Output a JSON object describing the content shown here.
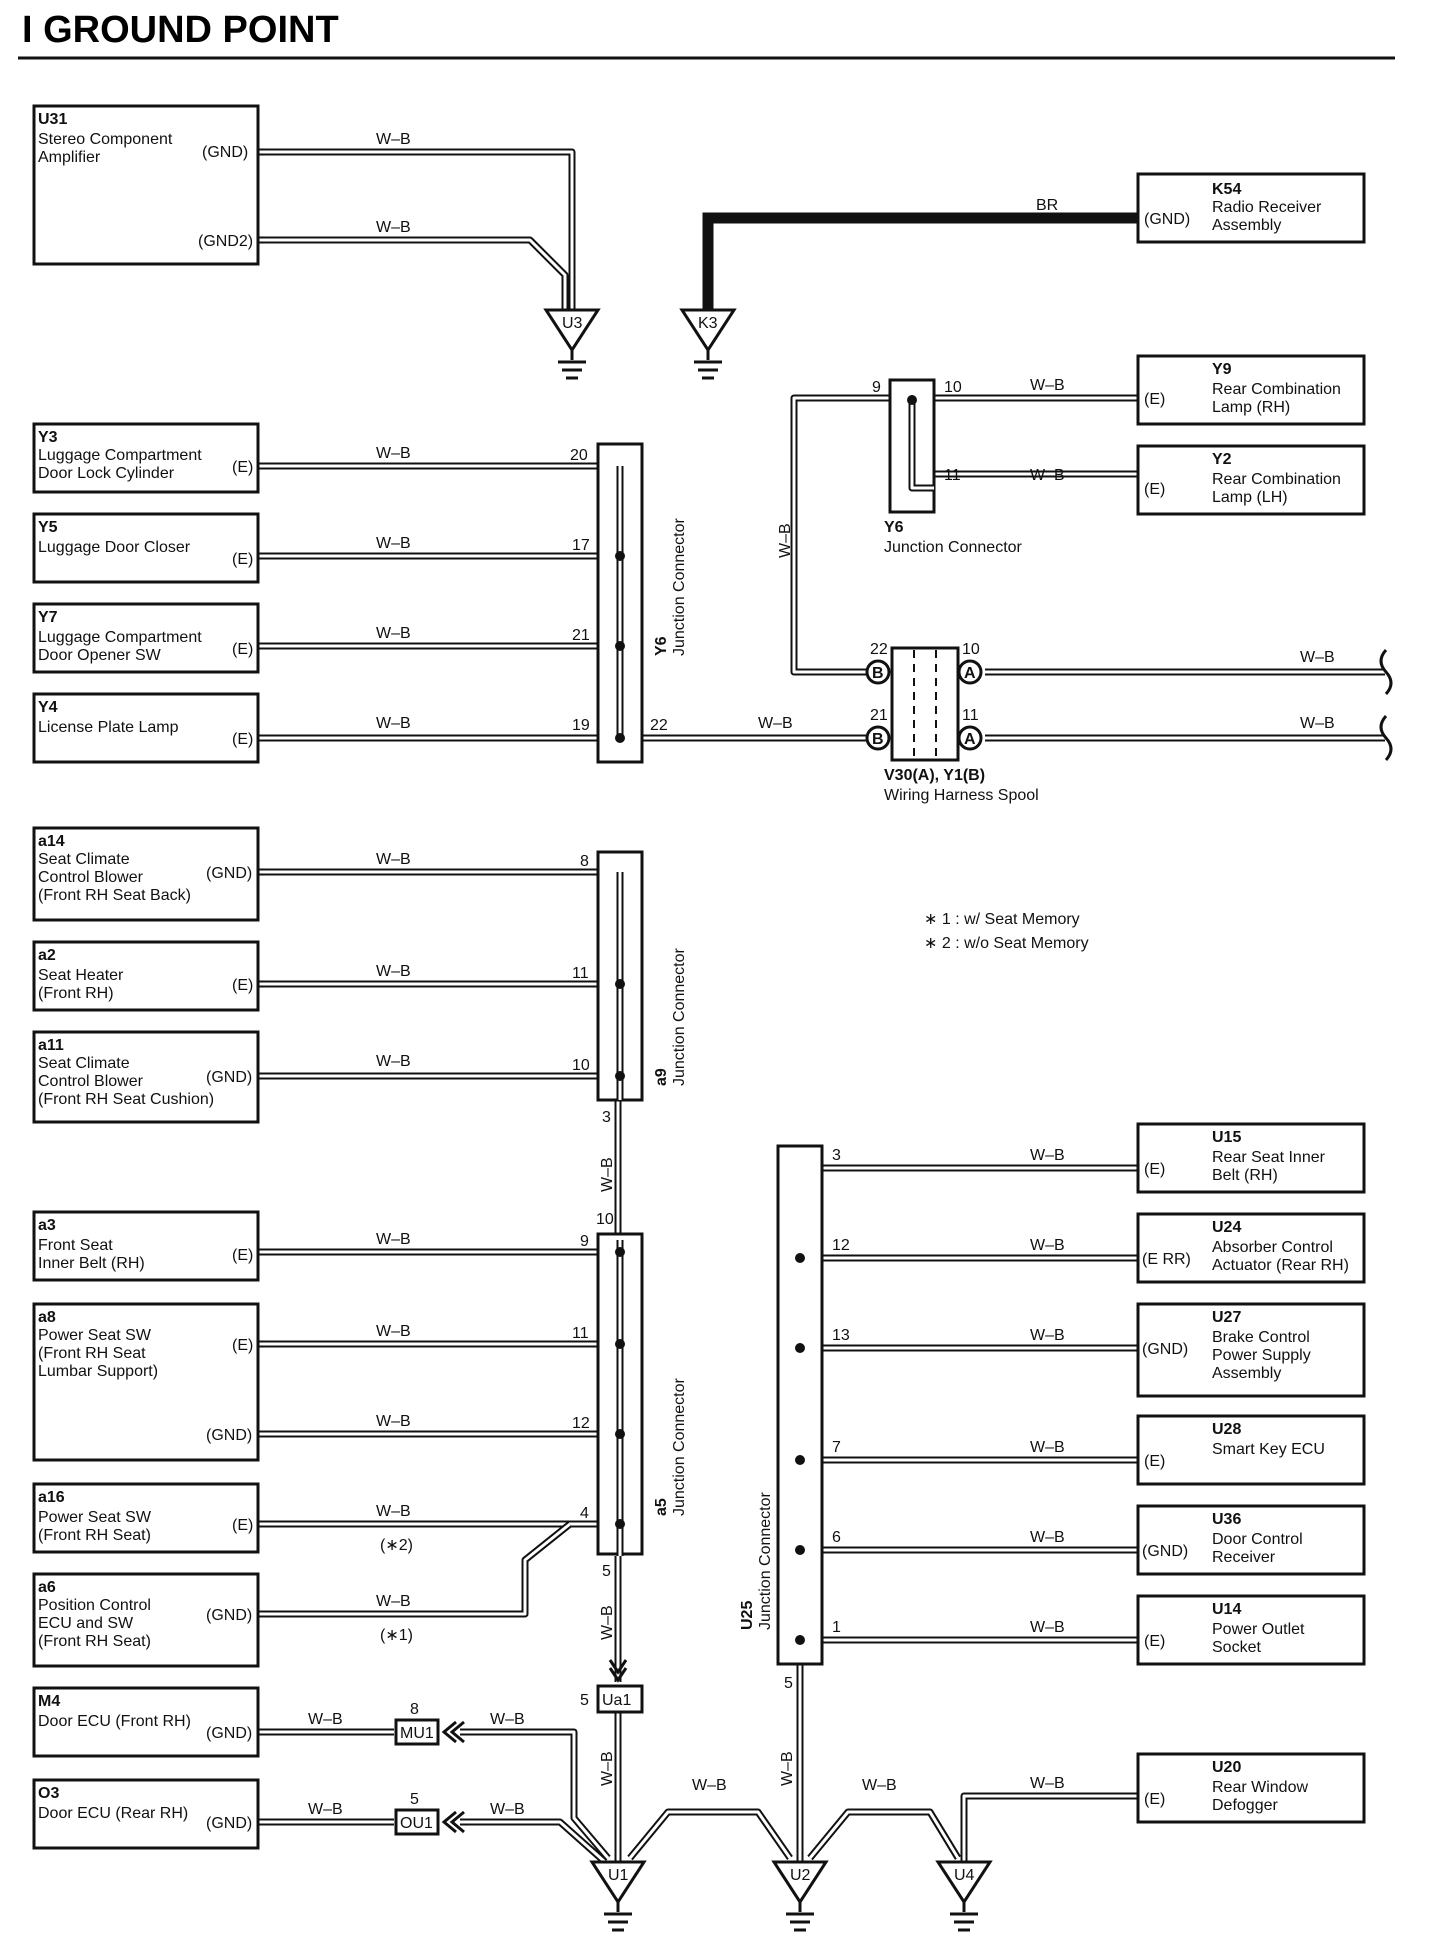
{
  "title": "I  GROUND POINT",
  "wire_label": "W–B",
  "br_label": "BR",
  "notes": [
    "∗ 1 : w/ Seat Memory",
    "∗ 2 : w/o Seat Memory"
  ],
  "note_refs": {
    "n1": "(∗1)",
    "n2": "(∗2)"
  },
  "components": {
    "U31": {
      "code": "U31",
      "lines": [
        "Stereo Component",
        "Amplifier"
      ],
      "pins": [
        "(GND)",
        "(GND2)"
      ]
    },
    "K54": {
      "code": "K54",
      "lines": [
        "Radio Receiver",
        "Assembly"
      ],
      "pins": [
        "(GND)"
      ]
    },
    "Y9": {
      "code": "Y9",
      "lines": [
        "Rear Combination",
        "Lamp (RH)"
      ],
      "pins": [
        "(E)"
      ]
    },
    "Y2": {
      "code": "Y2",
      "lines": [
        "Rear Combination",
        "Lamp (LH)"
      ],
      "pins": [
        "(E)"
      ]
    },
    "Y3": {
      "code": "Y3",
      "lines": [
        "Luggage Compartment",
        "Door Lock Cylinder"
      ],
      "pins": [
        "(E)"
      ]
    },
    "Y5": {
      "code": "Y5",
      "lines": [
        "Luggage Door Closer"
      ],
      "pins": [
        "(E)"
      ]
    },
    "Y7": {
      "code": "Y7",
      "lines": [
        "Luggage Compartment",
        "Door Opener SW"
      ],
      "pins": [
        "(E)"
      ]
    },
    "Y4": {
      "code": "Y4",
      "lines": [
        "License Plate Lamp"
      ],
      "pins": [
        "(E)"
      ]
    },
    "a14": {
      "code": "a14",
      "lines": [
        "Seat Climate",
        "Control Blower",
        "(Front RH Seat Back)"
      ],
      "pins": [
        "(GND)"
      ]
    },
    "a2": {
      "code": "a2",
      "lines": [
        "Seat Heater",
        "(Front RH)"
      ],
      "pins": [
        "(E)"
      ]
    },
    "a11": {
      "code": "a11",
      "lines": [
        "Seat Climate",
        "Control Blower",
        "(Front RH Seat Cushion)"
      ],
      "pins": [
        "(GND)"
      ]
    },
    "a3": {
      "code": "a3",
      "lines": [
        "Front Seat",
        "Inner Belt (RH)"
      ],
      "pins": [
        "(E)"
      ]
    },
    "a8": {
      "code": "a8",
      "lines": [
        "Power Seat SW",
        "(Front RH Seat",
        " Lumbar Support)"
      ],
      "pins": [
        "(E)",
        "(GND)"
      ]
    },
    "a16": {
      "code": "a16",
      "lines": [
        "Power Seat SW",
        "(Front RH Seat)"
      ],
      "pins": [
        "(E)"
      ]
    },
    "a6": {
      "code": "a6",
      "lines": [
        "Position Control",
        "ECU and SW",
        "(Front RH Seat)"
      ],
      "pins": [
        "(GND)"
      ]
    },
    "M4": {
      "code": "M4",
      "lines": [
        "Door ECU (Front RH)"
      ],
      "pins": [
        "(GND)"
      ]
    },
    "O3": {
      "code": "O3",
      "lines": [
        "Door ECU (Rear RH)"
      ],
      "pins": [
        "(GND)"
      ]
    },
    "U15": {
      "code": "U15",
      "lines": [
        "Rear Seat Inner",
        "Belt (RH)"
      ],
      "pins": [
        "(E)"
      ]
    },
    "U24": {
      "code": "U24",
      "lines": [
        "Absorber Control",
        "Actuator (Rear RH)"
      ],
      "pins": [
        "(E RR)"
      ]
    },
    "U27": {
      "code": "U27",
      "lines": [
        "Brake Control",
        "Power Supply",
        "Assembly"
      ],
      "pins": [
        "(GND)"
      ]
    },
    "U28": {
      "code": "U28",
      "lines": [
        "Smart Key ECU"
      ],
      "pins": [
        "(E)"
      ]
    },
    "U36": {
      "code": "U36",
      "lines": [
        "Door Control",
        "Receiver"
      ],
      "pins": [
        "(GND)"
      ]
    },
    "U14": {
      "code": "U14",
      "lines": [
        "Power Outlet",
        "Socket"
      ],
      "pins": [
        "(E)"
      ]
    },
    "U20": {
      "code": "U20",
      "lines": [
        "Rear Window",
        "Defogger"
      ],
      "pins": [
        "(E)"
      ]
    }
  },
  "connectors": {
    "Y6_right": {
      "code": "Y6",
      "name": "Junction Connector"
    },
    "Y6_left": {
      "code": "Y6",
      "name": "Junction Connector"
    },
    "spool": {
      "code": "V30(A), Y1(B)",
      "name": "Wiring Harness Spool"
    },
    "a9": {
      "code": "a9",
      "name": "Junction Connector"
    },
    "a5": {
      "code": "a5",
      "name": "Junction Connector"
    },
    "U25": {
      "code": "U25",
      "name": "Junction Connector"
    },
    "Ua1": {
      "code": "Ua1"
    },
    "MU1": {
      "code": "MU1"
    },
    "OU1": {
      "code": "OU1"
    }
  },
  "grounds": [
    "U3",
    "K3",
    "U1",
    "U2",
    "U4"
  ],
  "pins": {
    "y6r": [
      "9",
      "10",
      "11"
    ],
    "y6l": [
      "20",
      "17",
      "21",
      "19",
      "22"
    ],
    "spool": [
      "22",
      "10",
      "21",
      "11"
    ],
    "spool_markers": [
      "B",
      "A"
    ],
    "a9": [
      "8",
      "11",
      "10",
      "3"
    ],
    "a5": [
      "10",
      "9",
      "11",
      "12",
      "4",
      "5"
    ],
    "u25": [
      "3",
      "12",
      "13",
      "7",
      "6",
      "1",
      "5"
    ],
    "ua1": "5",
    "mu1": "8",
    "ou1": "5"
  }
}
